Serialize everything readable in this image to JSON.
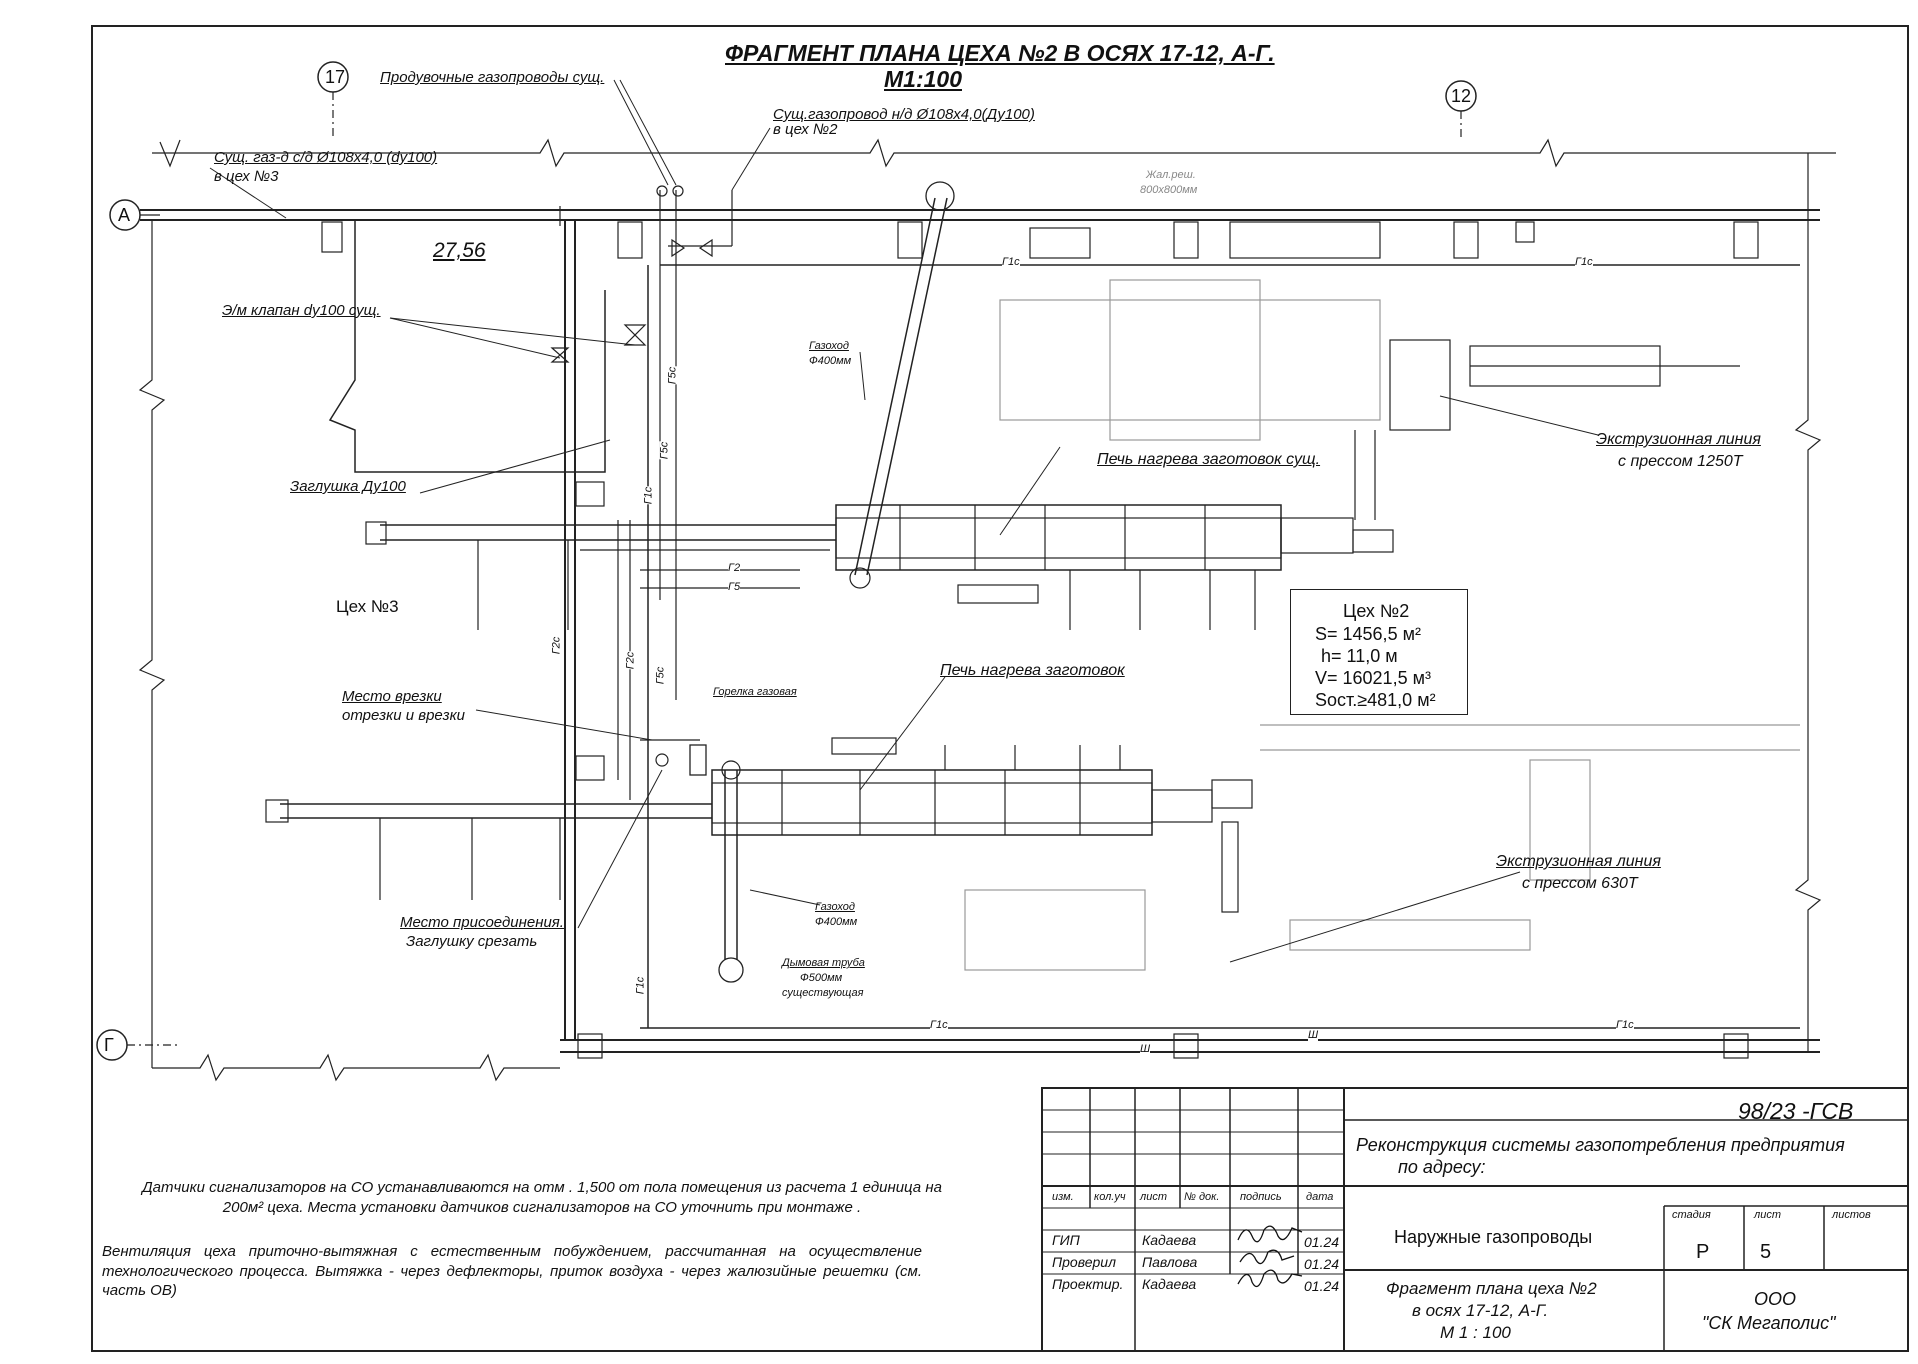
{
  "drawing": {
    "title_line1": "ФРАГМЕНТ ПЛАНА ЦЕХА №2 В ОСЯХ 17-12, А-Г.",
    "title_line2": "М1:100",
    "axes": {
      "axis_17": "17",
      "axis_12": "12",
      "axis_A": "А",
      "axis_G": "Г"
    },
    "room_area": "27,56",
    "labels": {
      "purge_pipes": "Продувочные газопроводы сущ.",
      "existing_ld_line1": "Сущ.газопровод н/д Ø108x4,0(Ду100)",
      "existing_ld_line2": "в цех №2",
      "existing_md_line1": "Сущ. газ-д с/д Ø108x4,0 (dy100)",
      "existing_md_line2": "в цех №3",
      "valve": "Э/м клапан dy100 сущ.",
      "plug": "Заглушка Ду100",
      "shop3": "Цех №3",
      "tie_in_line1": "Место врезки",
      "tie_in_line2": "отрезки и врезки",
      "connection_line1": "Место присоединения.",
      "connection_line2": "Заглушку срезать",
      "burner": "Горелка газовая",
      "furnace_existing": "Печь нагрева заготовок сущ.",
      "furnace": "Печь нагрева заготовок",
      "extrusion_1250_line1": "Экструзионная линия",
      "extrusion_1250_line2": "с прессом 1250Т",
      "extrusion_630_line1": "Экструзионная линия",
      "extrusion_630_line2": "с прессом 630Т",
      "flue_top_line1": "Газоход",
      "flue_top_line2": "Ф400мм",
      "flue_bottom_line1": "Газоход",
      "flue_bottom_line2": "Ф400мм",
      "chimney_line1": "Дымовая труба",
      "chimney_line2": "Ф500мм",
      "chimney_line3": "существующая",
      "louver_line1": "Жал.реш.",
      "louver_line2": "800x800мм",
      "pipe_g1c": "Г1с",
      "pipe_g5c": "Г5с",
      "pipe_g2c": "Г2с",
      "pipe_g2": "Г2",
      "pipe_g5": "Г5",
      "pipe_sh": "Ш"
    },
    "shop2_info": {
      "name": "Цех №2",
      "area": "S= 1456,5 м²",
      "height": "h= 11,0 м",
      "volume": "V= 16021,5 м³",
      "glazing": "Sост.≥481,0 м²"
    },
    "notes": {
      "sensors": "Датчики сигнализаторов на СО устанавливаются на отм . 1,500 от пола помещения из расчета 1 единица на 200м² цеха. Места установки датчиков сигнализаторов на СО уточнить при монтаже .",
      "ventilation": "Вентиляция цеха приточно-вытяжная с естественным побуждением, рассчитанная на осуществление технологического процесса. Вытяжка - через дефлекторы, приток воздуха - через жалюзийные решетки (см. часть ОВ)"
    }
  },
  "title_block": {
    "code": "98/23 -ГСВ",
    "project_line1": "Реконструкция системы газопотребления предприятия",
    "project_line2": "по адресу:",
    "headers": {
      "change": "изм.",
      "count": "кол.уч",
      "sheet": "лист",
      "doc": "№ док.",
      "sign": "подпись",
      "date": "дата"
    },
    "rows": [
      {
        "role": "ГИП",
        "name": "Кадаева",
        "date": "01.24"
      },
      {
        "role": "Проверил",
        "name": "Павлова",
        "date": "01.24"
      },
      {
        "role": "Проектир.",
        "name": "Кадаева",
        "date": "01.24"
      }
    ],
    "section": "Наружные газопроводы",
    "stage_header": "стадия",
    "sheet_header": "лист",
    "sheets_header": "листов",
    "stage": "Р",
    "sheet": "5",
    "sheet_title_line1": "Фрагмент плана цеха №2",
    "sheet_title_line2": "в осях 17-12, А-Г.",
    "sheet_title_line3": "М 1 : 100",
    "org_line1": "ООО",
    "org_line2": "\"СК Мегаполис\""
  }
}
